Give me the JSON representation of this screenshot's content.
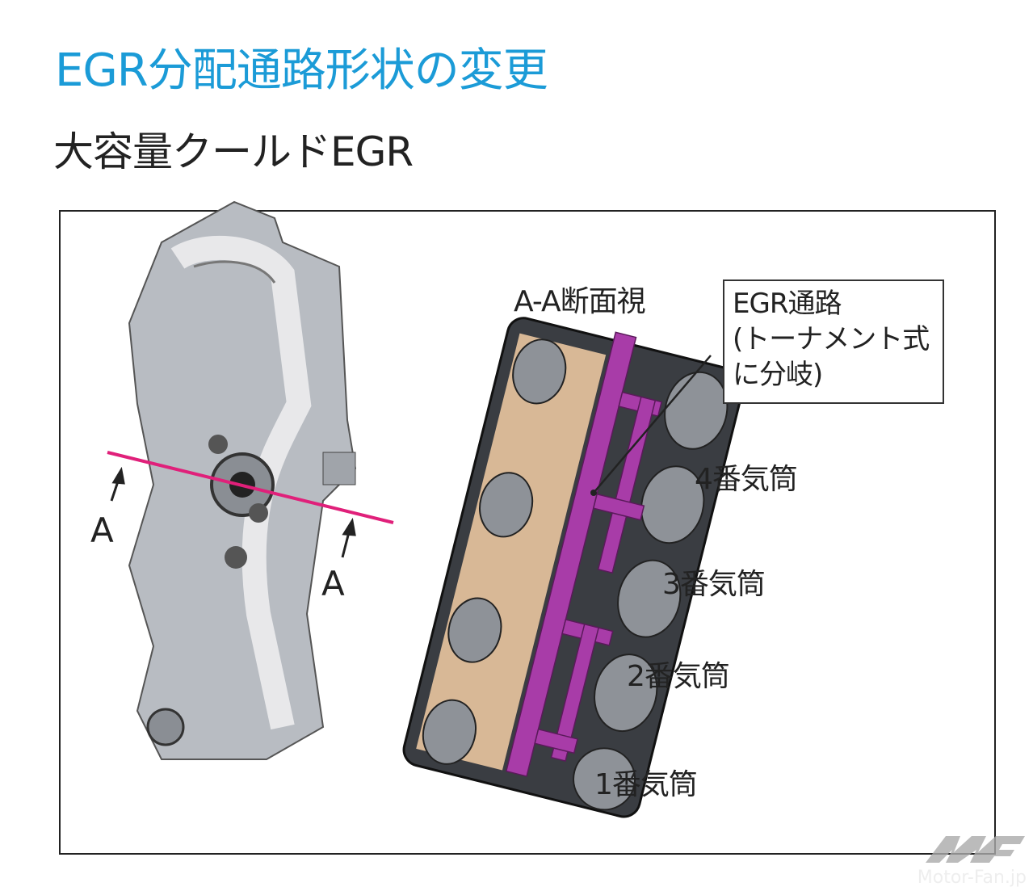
{
  "title": "EGR分配通路形状の変更",
  "subtitle": "大容量クールドEGR",
  "diagram": {
    "section_label": "A-A断面視",
    "cut_label_left": "A",
    "cut_label_right": "A",
    "callout_lines": [
      "EGR通路",
      "(トーナメント式",
      "に分岐)"
    ],
    "cylinders": [
      "4番気筒",
      "3番気筒",
      "2番気筒",
      "1番気筒"
    ]
  },
  "colors": {
    "title": "#1b9bd7",
    "cut_line": "#e0207a",
    "egr_passage": "#a83ca8"
  },
  "watermark": {
    "logo": "MF",
    "site": "Motor-Fan.jp"
  }
}
